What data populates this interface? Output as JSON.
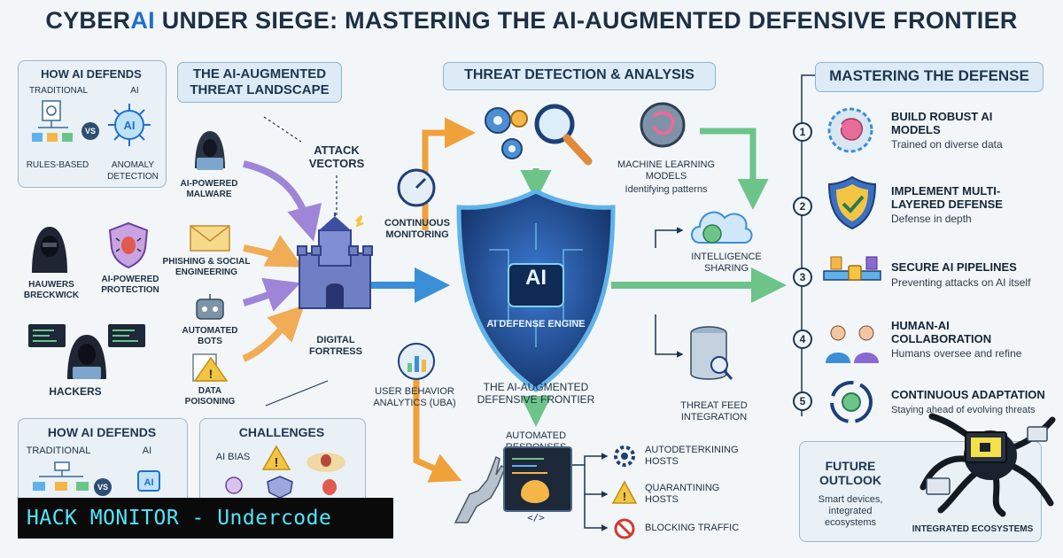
{
  "title": {
    "prefix": "CYBER",
    "accent": "AI",
    "rest": " UNDER SIEGE: MASTERING THE AI-AUGMENTED DEFENSIVE FRONTIER"
  },
  "how_ai_defends_top": {
    "heading": "HOW AI DEFENDS",
    "traditional": "TRADITIONAL",
    "ai": "AI",
    "vs": "VS",
    "left_caption": "RULES-BASED",
    "right_caption": "ANOMALY DETECTION"
  },
  "landscape": {
    "heading": "THE AI-AUGMENTED THREAT LANDSCAPE"
  },
  "attack_vectors": {
    "label": "ATTACK VECTORS",
    "items": [
      "AI-POWERED MALWARE",
      "PHISHING & SOCIAL ENGINEERING",
      "AUTOMATED BOTS",
      "DATA POISONING"
    ]
  },
  "left_people": {
    "hauwers": "HAUWERS BRECKWICK",
    "protection": "AI-POWERED PROTECTION",
    "hackers": "HACKERS"
  },
  "fortress": {
    "label": "DIGITAL FORTRESS"
  },
  "how_ai_defends_bottom": {
    "heading": "HOW AI DEFENDS",
    "traditional": "TRADITIONAL",
    "ai": "AI",
    "vs": "VS"
  },
  "challenges": {
    "heading": "CHALLENGES",
    "ai_bias": "AI BIAS"
  },
  "detection": {
    "heading": "THREAT DETECTION & ANALYSIS",
    "ml": "MACHINE LEARNING MODELS",
    "ml_desc": "Identifying patterns",
    "monitoring": "CONTINUOUS MONITORING",
    "intel": "INTELLIGENCE SHARING",
    "uba": "USER BEHAVIOR ANALYTICS (UBA)",
    "feed": "THREAT FEED INTEGRATION"
  },
  "engine": {
    "ai": "AI",
    "label": "AI DEFENSE ENGINE",
    "frontier": "THE AI-AUGMENTED DEFENSIVE FRONTIER"
  },
  "responses": {
    "heading": "AUTOMATED RESPONSES",
    "items": [
      "AUTODETERKINING HOSTS",
      "QUARANTINING HOSTS",
      "BLOCKING TRAFFIC"
    ],
    "code": "</>"
  },
  "mastering": {
    "heading": "MASTERING THE DEFENSE",
    "steps": [
      {
        "num": "1",
        "title": "BUILD ROBUST AI MODELS",
        "desc": "Trained on diverse data"
      },
      {
        "num": "2",
        "title": "IMPLEMENT MULTI-LAYERED DEFENSE",
        "desc": "Defense in depth"
      },
      {
        "num": "3",
        "title": "SECURE AI PIPELINES",
        "desc": "Preventing attacks on AI itself"
      },
      {
        "num": "4",
        "title": "HUMAN-AI COLLABORATION",
        "desc": "Humans oversee and refine"
      },
      {
        "num": "5",
        "title": "CONTINUOUS ADAPTATION",
        "desc": "Staying ahead of evolving threats"
      }
    ]
  },
  "future": {
    "heading": "FUTURE OUTLOOK",
    "desc": "Smart devices, integrated ecosystems",
    "caption": "INTEGRATED ECOSYSTEMS"
  },
  "banner": {
    "text": "HACK MONITOR - Undercode"
  },
  "colors": {
    "accent": "#1f6fd1",
    "shield": "#1d3f78",
    "arrow_orange": "#f0a13a",
    "arrow_green": "#6cc489",
    "arrow_purple": "#8a6ad0",
    "arrow_blue": "#3b8fd8",
    "banner_text": "#4fe7ff"
  }
}
